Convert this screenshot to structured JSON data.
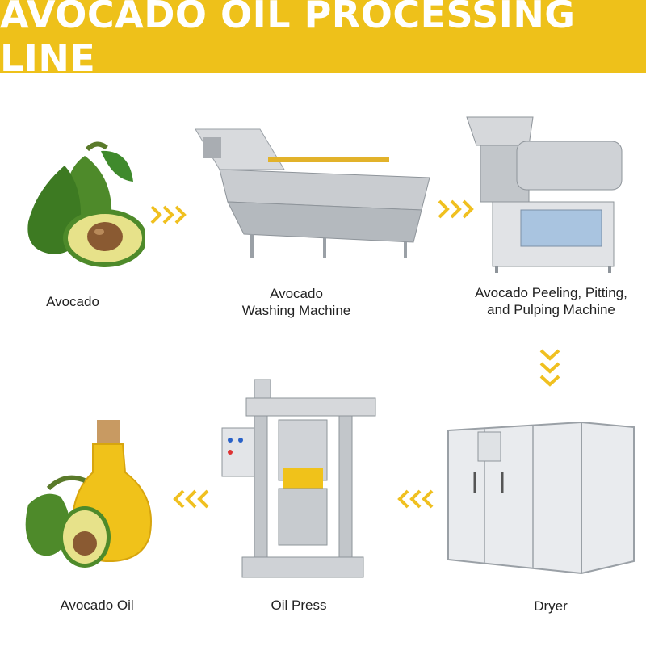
{
  "title": "AVOCADO OIL PROCESSING LINE",
  "steps": {
    "avocado": {
      "label": "Avocado"
    },
    "washing": {
      "label_line1": "Avocado",
      "label_line2": "Washing Machine"
    },
    "peeling": {
      "label_line1": "Avocado Peeling, Pitting,",
      "label_line2": "and Pulping Machine"
    },
    "dryer": {
      "label": "Dryer"
    },
    "press": {
      "label": "Oil Press"
    },
    "oil": {
      "label": "Avocado Oil"
    }
  },
  "colors": {
    "banner": "#eec11a",
    "arrow": "#f0c020",
    "steel": "#c9ccd0",
    "avocado_skin": "#4e8a2a",
    "avocado_flesh": "#e7e28a",
    "pit": "#8a5a32",
    "oil": "#f0c21a"
  },
  "icons": [
    "avocado-icon",
    "washing-machine-icon",
    "pulping-machine-icon",
    "dryer-icon",
    "oil-press-icon",
    "oil-bottle-icon",
    "chevron-right-icon",
    "chevron-down-icon",
    "chevron-left-icon"
  ]
}
